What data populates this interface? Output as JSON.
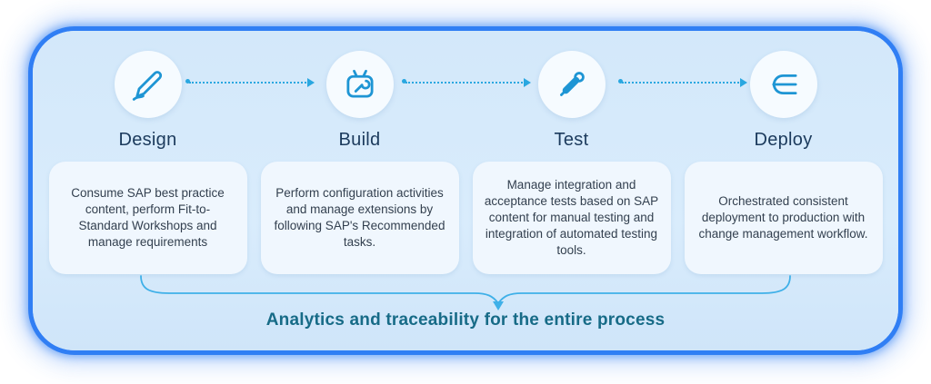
{
  "diagram": {
    "bottom_label": "Analytics and traceability for the entire process",
    "steps": [
      {
        "title": "Design",
        "icon": "pencil-design-icon",
        "description": "Consume SAP best practice content, perform Fit-to-Standard Workshops and manage requirements"
      },
      {
        "title": "Build",
        "icon": "toolbox-build-icon",
        "description": "Perform configuration activities and manage extensions by following SAP's Recommended tasks."
      },
      {
        "title": "Test",
        "icon": "dropper-test-icon",
        "description": "Manage integration and acceptance tests based on SAP content for manual testing and integration of automated testing tools."
      },
      {
        "title": "Deploy",
        "icon": "merge-deploy-icon",
        "description": "Orchestrated consistent deployment to production with change management workflow."
      }
    ],
    "colors": {
      "panel_bg": "#d9ecfc",
      "border_glow": "#2b7bf3",
      "card_bg": "#f0f7fe",
      "icon_stroke": "#1e95d4",
      "title_color": "#1b3a5c",
      "text_color": "#33404f",
      "connector": "#2aa7e0",
      "bottom_text": "#176b87"
    }
  }
}
